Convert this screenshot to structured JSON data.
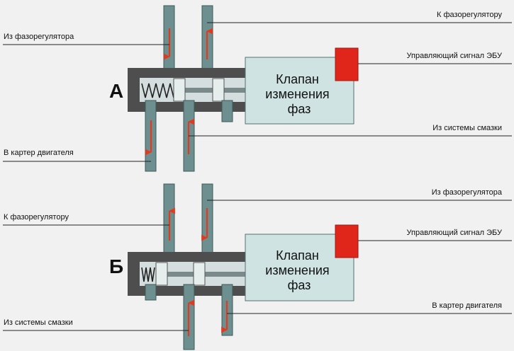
{
  "colors": {
    "background": "#f1f1f1",
    "pipe": "#6d8f8f",
    "pipe_edge": "#3f5a5a",
    "body": "#4e4e4e",
    "chamber": "#d4dede",
    "valve_box": "#cfe3e3",
    "valve_edge": "#557070",
    "ecu_signal": "#e0261b",
    "arrow": "#e23a1e",
    "leader": "#222222",
    "text": "#111111"
  },
  "diagram_a": {
    "letter": "А",
    "valve_label": [
      "Клапан",
      "изменения",
      "фаз"
    ],
    "labels": {
      "from_phaser": "Из фазорегулятора",
      "to_phaser": "К фазорегулятору",
      "ecu_signal": "Управляющий сигнал ЭБУ",
      "from_lubrication": "Из системы смазки",
      "to_crankcase": "В картер двигателя"
    }
  },
  "diagram_b": {
    "letter": "Б",
    "valve_label": [
      "Клапан",
      "изменения",
      "фаз"
    ],
    "labels": {
      "to_phaser": "К фазорегулятору",
      "from_phaser": "Из фазорегулятора",
      "ecu_signal": "Управляющий сигнал ЭБУ",
      "to_crankcase": "В картер двигателя",
      "from_lubrication": "Из системы смазки"
    }
  }
}
